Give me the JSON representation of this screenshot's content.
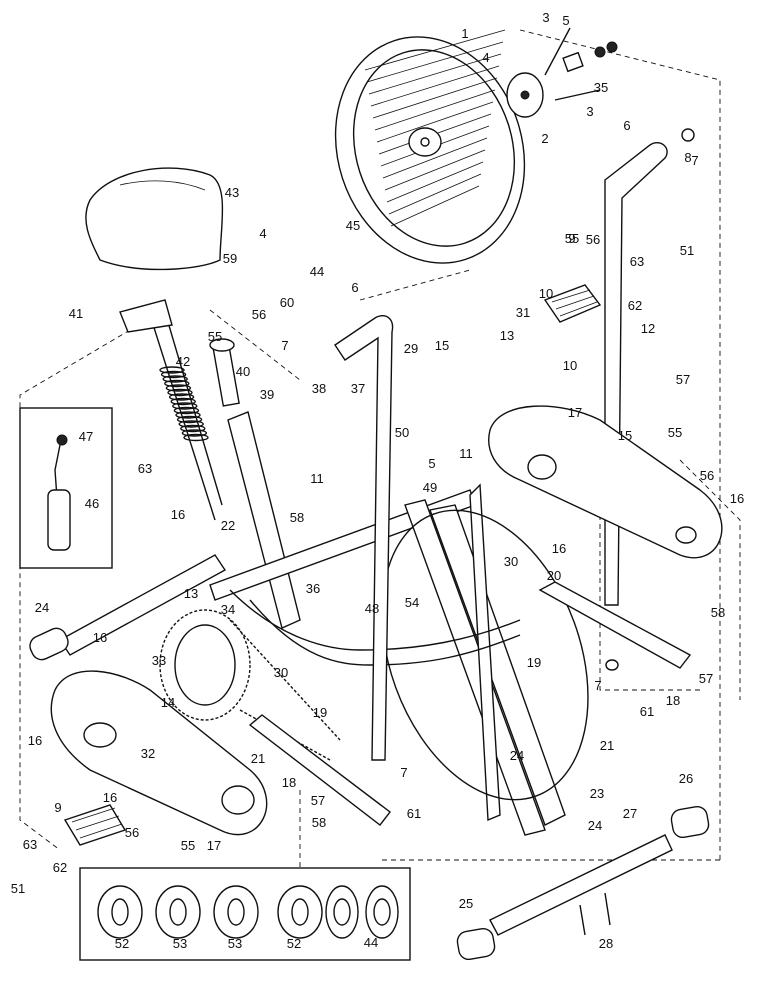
{
  "diagram": {
    "callouts": [
      "1",
      "2",
      "3",
      "3",
      "4",
      "4",
      "5",
      "5",
      "6",
      "6",
      "7",
      "7",
      "7",
      "7",
      "8",
      "9",
      "9",
      "10",
      "10",
      "11",
      "11",
      "12",
      "13",
      "13",
      "14",
      "15",
      "15",
      "16",
      "16",
      "16",
      "16",
      "16",
      "16",
      "17",
      "17",
      "18",
      "18",
      "19",
      "19",
      "20",
      "21",
      "21",
      "22",
      "23",
      "24",
      "24",
      "24",
      "25",
      "26",
      "27",
      "28",
      "29",
      "30",
      "30",
      "31",
      "32",
      "33",
      "34",
      "35",
      "36",
      "37",
      "38",
      "39",
      "40",
      "41",
      "42",
      "43",
      "44",
      "44",
      "45",
      "46",
      "47",
      "48",
      "49",
      "50",
      "51",
      "51",
      "52",
      "52",
      "53",
      "53",
      "54",
      "55",
      "55",
      "55",
      "55",
      "56",
      "56",
      "56",
      "56",
      "57",
      "57",
      "57",
      "58",
      "58",
      "58",
      "59",
      "60",
      "61",
      "61",
      "62",
      "62",
      "63",
      "63",
      "63"
    ]
  }
}
